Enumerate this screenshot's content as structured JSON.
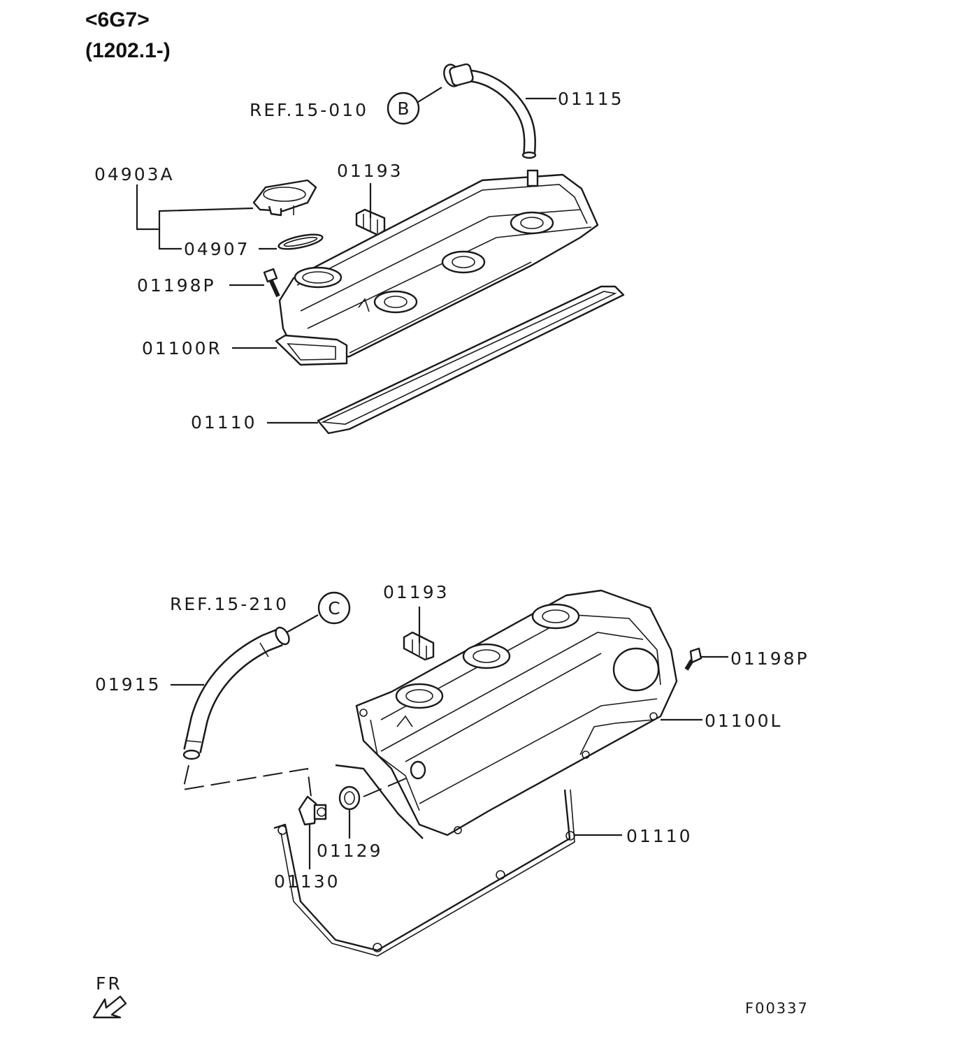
{
  "header": {
    "engine": "<6G7>",
    "serial": "(1202.1-)"
  },
  "top": {
    "ref_label": "REF.15-010",
    "ref_circle": "B",
    "labels": {
      "hose": "01115",
      "cap": "04903A",
      "cap_gasket": "04907",
      "bracket": "01193",
      "bolt": "01198P",
      "cover": "01100R",
      "gasket": "01110"
    }
  },
  "bottom": {
    "ref_label": "REF.15-210",
    "ref_circle": "C",
    "labels": {
      "bracket": "01193",
      "bolt": "01198P",
      "cover": "01100L",
      "hose": "01915",
      "grommet": "01129",
      "pcv_valve": "01130",
      "gasket": "01110"
    }
  },
  "footer": {
    "direction": "FR",
    "figure_code": "F00337"
  }
}
